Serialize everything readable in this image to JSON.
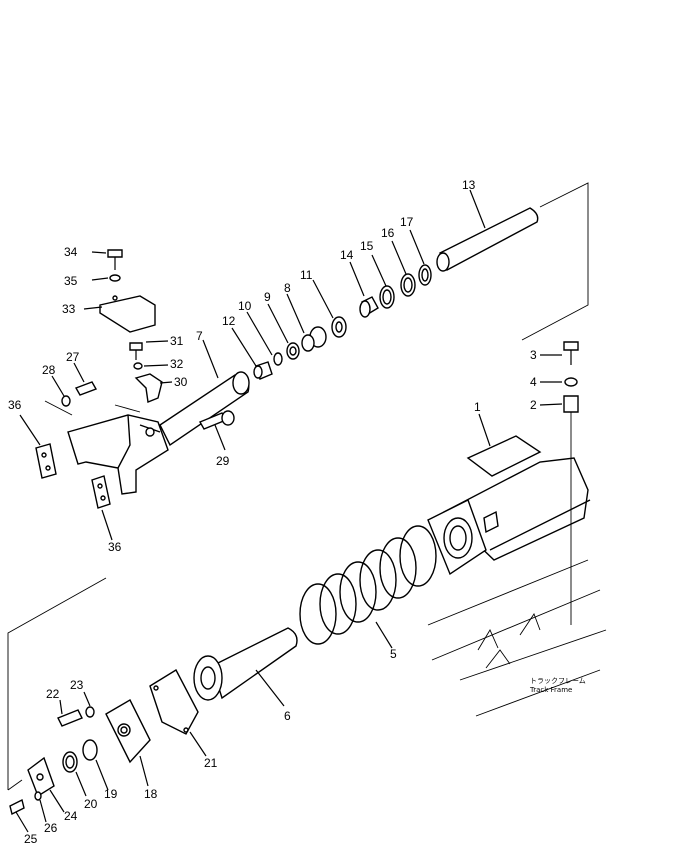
{
  "callouts": [
    {
      "id": "1",
      "text": "1"
    },
    {
      "id": "2",
      "text": "2"
    },
    {
      "id": "3",
      "text": "3"
    },
    {
      "id": "4",
      "text": "4"
    },
    {
      "id": "5",
      "text": "5"
    },
    {
      "id": "6",
      "text": "6"
    },
    {
      "id": "7",
      "text": "7"
    },
    {
      "id": "8",
      "text": "8"
    },
    {
      "id": "9",
      "text": "9"
    },
    {
      "id": "10",
      "text": "10"
    },
    {
      "id": "11",
      "text": "11"
    },
    {
      "id": "12",
      "text": "12"
    },
    {
      "id": "13",
      "text": "13"
    },
    {
      "id": "14",
      "text": "14"
    },
    {
      "id": "15",
      "text": "15"
    },
    {
      "id": "16",
      "text": "16"
    },
    {
      "id": "17",
      "text": "17"
    },
    {
      "id": "18",
      "text": "18"
    },
    {
      "id": "19",
      "text": "19"
    },
    {
      "id": "20",
      "text": "20"
    },
    {
      "id": "21",
      "text": "21"
    },
    {
      "id": "22",
      "text": "22"
    },
    {
      "id": "23",
      "text": "23"
    },
    {
      "id": "24",
      "text": "24"
    },
    {
      "id": "25",
      "text": "25"
    },
    {
      "id": "26",
      "text": "26"
    },
    {
      "id": "27",
      "text": "27"
    },
    {
      "id": "28",
      "text": "28"
    },
    {
      "id": "29",
      "text": "29"
    },
    {
      "id": "30",
      "text": "30"
    },
    {
      "id": "31",
      "text": "31"
    },
    {
      "id": "32",
      "text": "32"
    },
    {
      "id": "33",
      "text": "33"
    },
    {
      "id": "34",
      "text": "34"
    },
    {
      "id": "35",
      "text": "35"
    },
    {
      "id": "36a",
      "text": "36"
    },
    {
      "id": "36b",
      "text": "36"
    }
  ],
  "track_frame_label_jp": "トラックフレーム",
  "track_frame_label_en": "Track Frame"
}
